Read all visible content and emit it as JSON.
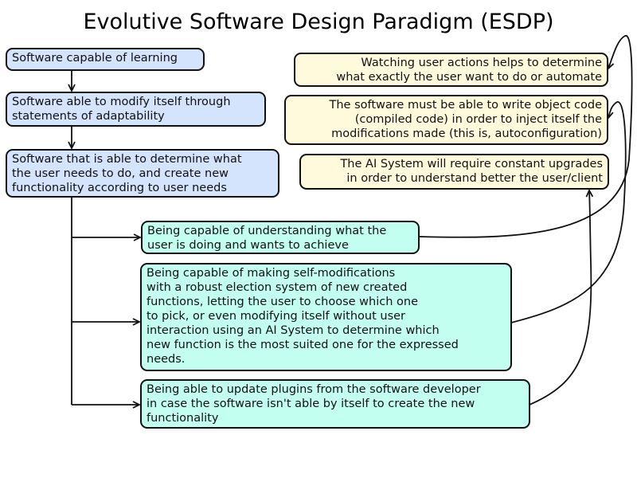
{
  "title": "Evolutive Software Design Paradigm (ESDP)",
  "colors": {
    "blue": "#d4e4fc",
    "yellow": "#fffadc",
    "cyan": "#c2fff0"
  },
  "main_chain": [
    "Software capable of learning",
    "Software able to modify itself through\nstatements of adaptability",
    "Software that is able to determine what\nthe user needs to do, and create new\nfunctionality according to user needs"
  ],
  "capabilities": [
    "Being capable of understanding what the\nuser is doing and wants to achieve",
    "Being capable of making self-modifications\nwith a robust election system of new created\nfunctions, letting the user to choose which one\nto pick, or even modifying itself without user\ninteraction using an AI System to determine which\nnew function is the most suited one for the expressed\nneeds.",
    "Being able to update plugins from the software developer\nin case the software isn't able by itself to create the new\nfunctionality"
  ],
  "notes": [
    "Watching user actions helps to determine\nwhat exactly the user want to do or automate",
    "The software must be able to write object code\n(compiled code) in order to inject itself the\nmodifications made (this is, autoconfiguration)",
    "The AI System will require constant upgrades\nin order to understand better the user/client"
  ]
}
